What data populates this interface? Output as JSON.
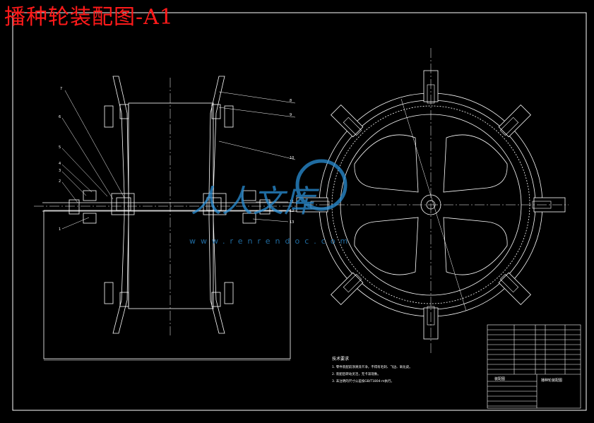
{
  "title": "播种轮装配图-A1",
  "watermark": {
    "brand": "人人文库",
    "url": "www.renrendoc.com"
  },
  "callouts_left": [
    "7",
    "6",
    "5",
    "4",
    "3",
    "2",
    "1"
  ],
  "callouts_right": [
    "8",
    "9",
    "10",
    "11",
    "12",
    "13"
  ],
  "notes": {
    "heading": "技术要求",
    "lines": [
      "1. 零件装配前须清洗干净，不得有毛刺、飞边、氧化皮。",
      "2. 装配后转动灵活，无卡滞现象。",
      "3. 未注明的尺寸公差按GB/T1804-m执行。"
    ]
  },
  "title_block": {
    "drawing_name": "播种轮装配图",
    "label": "装配图"
  },
  "colors": {
    "line": "#ffffff",
    "title": "#ff1a1a",
    "watermark": "#2a8fd6"
  }
}
